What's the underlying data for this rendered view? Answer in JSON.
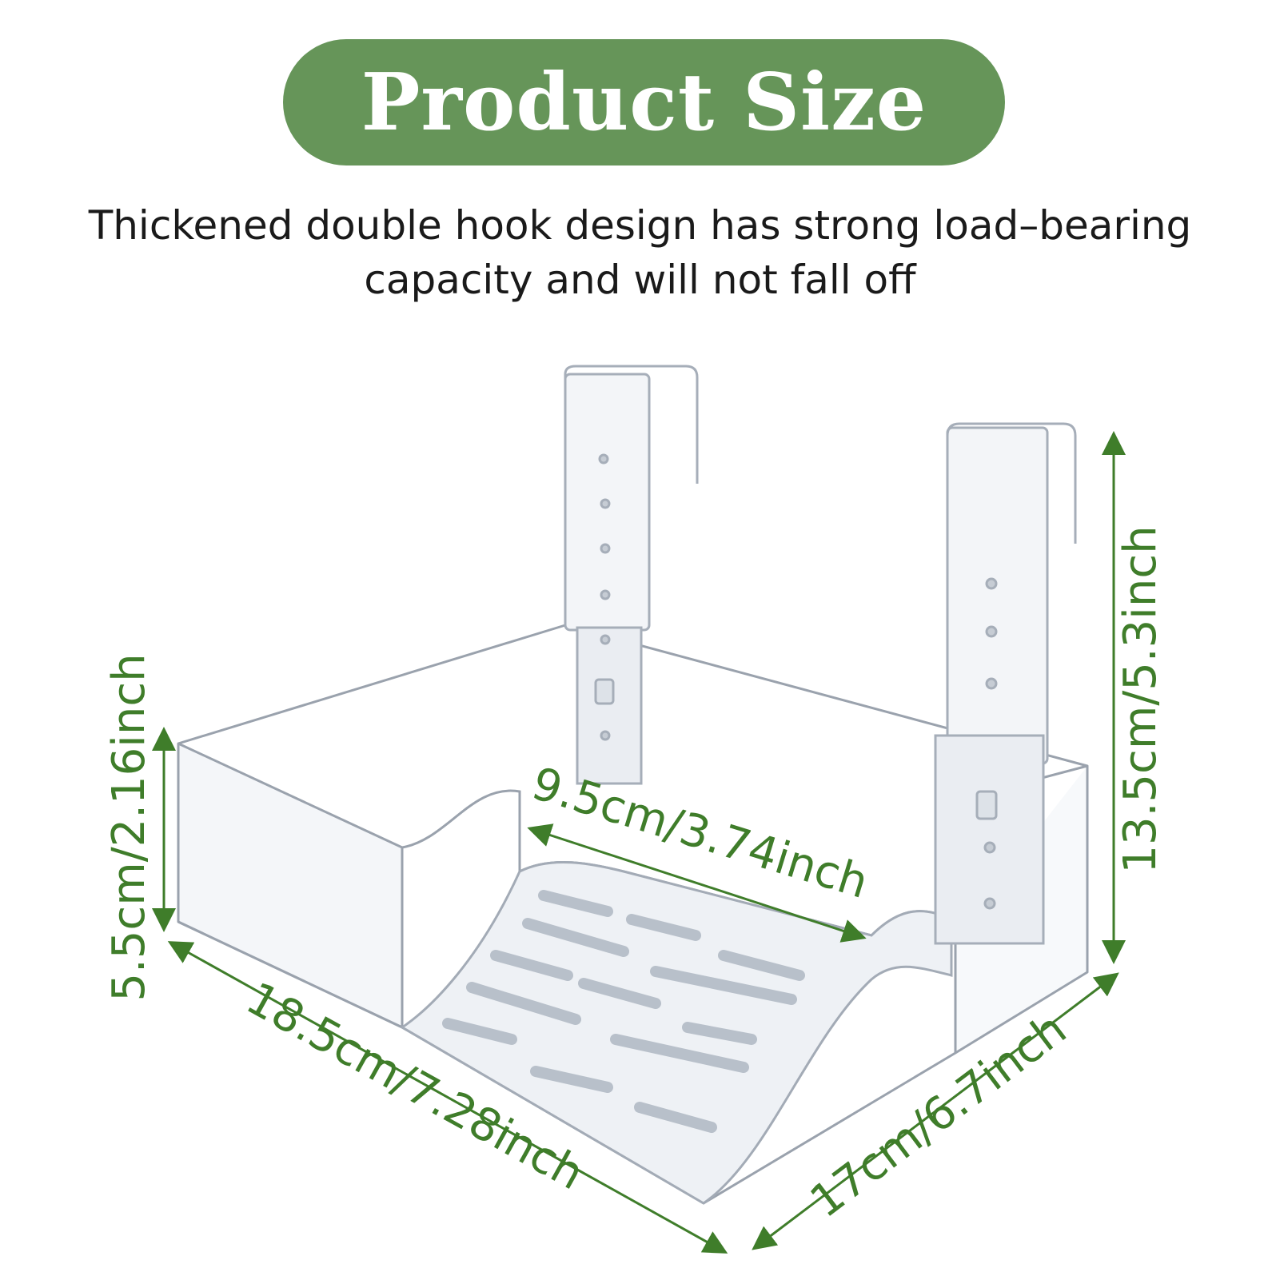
{
  "header": {
    "title": "Product Size",
    "subtitle_lines": [
      "Thickened double hook design has strong load–bearing",
      "capacity and will not fall off"
    ]
  },
  "dimensions": {
    "height_left": "5.5cm/2.16inch",
    "height_right": "13.5cm/5.3inch",
    "ramp_width": "9.5cm/3.74inch",
    "length_front": "18.5cm/7.28inch",
    "depth_side": "17cm/6.7inch"
  },
  "colors": {
    "accent_green": "#669559",
    "dimension_green": "#3f7d2a"
  },
  "icons": {
    "product": "acrylic-turtle-basking-platform-illustration"
  }
}
